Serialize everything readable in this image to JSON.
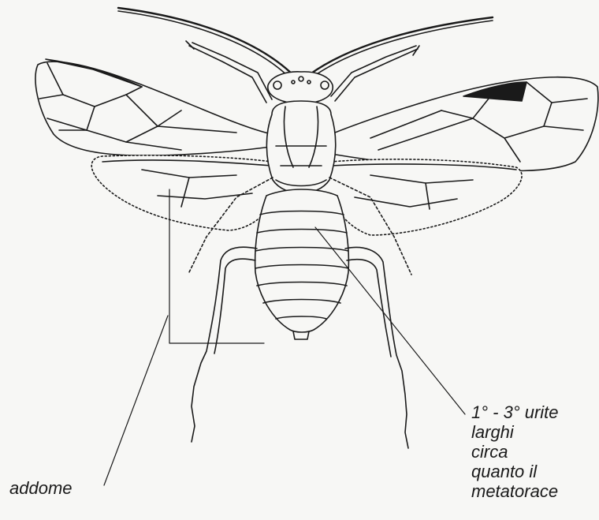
{
  "labels": {
    "addome": "addome",
    "urite_lines": [
      "1° - 3° urite",
      "larghi",
      "circa",
      "quanto il",
      "metatorace"
    ]
  },
  "colors": {
    "ink": "#1a1a1a",
    "paper": "#f7f7f5"
  }
}
